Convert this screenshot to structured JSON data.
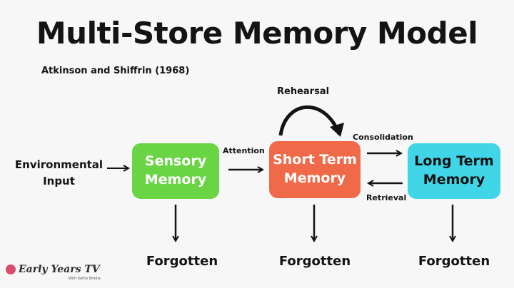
{
  "title": "Multi-Store Memory Model",
  "subtitle": "Atkinson and Shiffrin (1968)",
  "input_label": "Environmental Input",
  "stores": {
    "sensory": "Sensory Memory",
    "short_term": "Short Term Memory",
    "long_term": "Long Term Memory"
  },
  "arrows": {
    "attention": "Attention",
    "rehearsal": "Rehearsal",
    "consolidation": "Consolidation",
    "retrieval": "Retrieval"
  },
  "outputs": [
    "Forgotten",
    "Forgotten",
    "Forgotten"
  ],
  "colors": {
    "sensory": "#69d444",
    "short_term": "#f06a4a",
    "long_term": "#40d5e7"
  },
  "logo": {
    "text": "Early Years TV",
    "tagline": "With Kathy Brodie"
  }
}
